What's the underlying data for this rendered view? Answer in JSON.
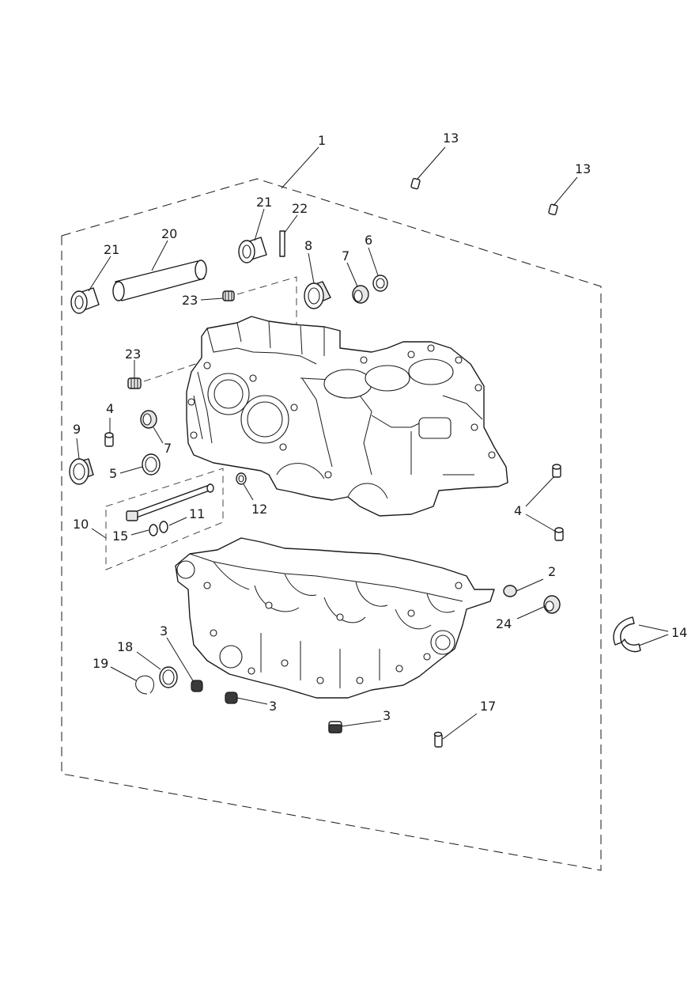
{
  "labels": {
    "l1": "1",
    "l2": "2",
    "l3a": "3",
    "l3b": "3",
    "l3c": "3",
    "l4a": "4",
    "l4b": "4",
    "l5": "5",
    "l6": "6",
    "l7a": "7",
    "l7b": "7",
    "l8": "8",
    "l9": "9",
    "l10": "10",
    "l11": "11",
    "l12": "12",
    "l13a": "13",
    "l13b": "13",
    "l14": "14",
    "l15": "15",
    "l17": "17",
    "l18": "18",
    "l19": "19",
    "l20": "20",
    "l21a": "21",
    "l21b": "21",
    "l22": "22",
    "l23a": "23",
    "l23b": "23",
    "l24": "24"
  }
}
